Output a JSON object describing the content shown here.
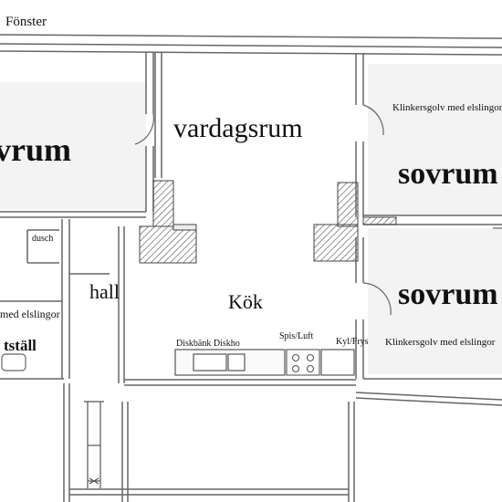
{
  "labels": {
    "fonster": "Fönster",
    "sovrum_left_partial": "vrum",
    "vardagsrum": "vardagsrum",
    "sovrum_top": "sovrum",
    "sovrum_mid": "sovrum",
    "klinker_top": "Klinkersgolv med elslingor",
    "klinker_bottom": "Klinkersgolv med elslingor",
    "dusch": "dusch",
    "hall": "hall",
    "kok": "Kök",
    "elslingor_left": "med elslingor",
    "tvattstall": "tställ",
    "diskbank": "Diskbänk Diskho",
    "spis": "Spis/Luft",
    "kyl": "Kyl/Frys"
  },
  "colors": {
    "wall": "#7a7a7a",
    "line": "#555555",
    "fill_light": "#eeeeee",
    "hatch": "#666666"
  }
}
